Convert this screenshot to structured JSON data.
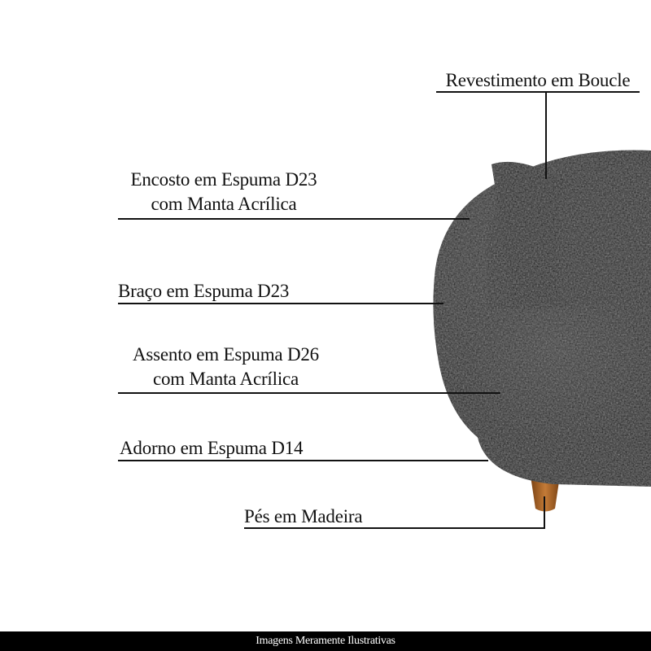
{
  "callouts": {
    "revestimento": "Revestimento em Boucle",
    "encosto_line1": "Encosto em Espuma D23",
    "encosto_line2": "com Manta Acrílica",
    "braco": "Braço em Espuma D23",
    "assento_line1": "Assento em Espuma D26",
    "assento_line2": "com Manta Acrílica",
    "adorno": "Adorno em Espuma D14",
    "pes": "Pés em Madeira"
  },
  "footer": {
    "text": "Imagens Meramente Ilustrativas"
  },
  "colors": {
    "upholstery": "#1a1a1a",
    "wood_feet": "#a8652a",
    "footer_bg": "#000000",
    "footer_text": "#ffffff",
    "lines": "#111111"
  }
}
